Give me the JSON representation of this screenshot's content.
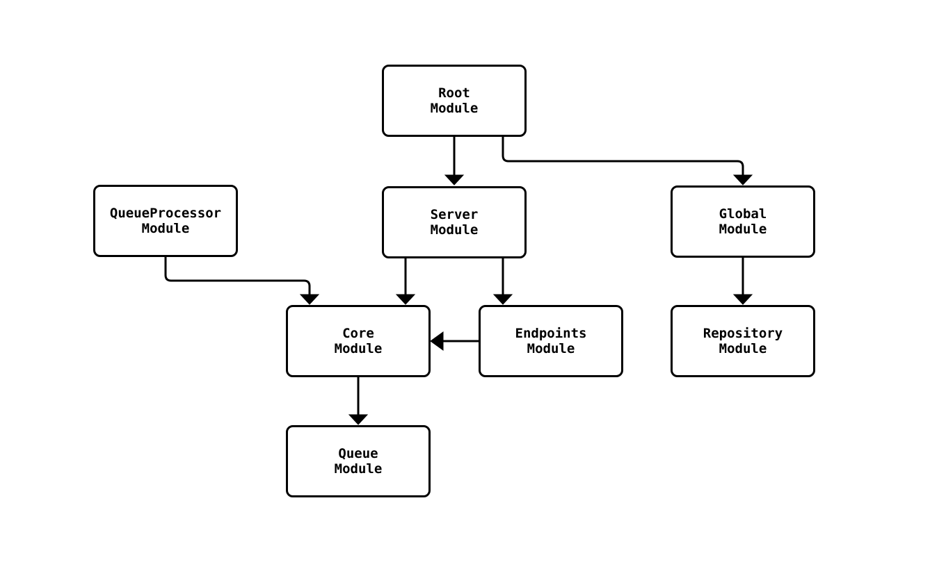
{
  "diagram": {
    "type": "module-dependency-flowchart",
    "nodes": {
      "root": {
        "line1": "Root",
        "line2": "Module"
      },
      "queue_processor": {
        "line1": "QueueProcessor",
        "line2": "Module"
      },
      "server": {
        "line1": "Server",
        "line2": "Module"
      },
      "global": {
        "line1": "Global",
        "line2": "Module"
      },
      "core": {
        "line1": "Core",
        "line2": "Module"
      },
      "endpoints": {
        "line1": "Endpoints",
        "line2": "Module"
      },
      "repository": {
        "line1": "Repository",
        "line2": "Module"
      },
      "queue": {
        "line1": "Queue",
        "line2": "Module"
      }
    },
    "edges": [
      {
        "from": "Root Module",
        "to": "Server Module"
      },
      {
        "from": "Root Module",
        "to": "Global Module"
      },
      {
        "from": "QueueProcessor Module",
        "to": "Core Module"
      },
      {
        "from": "Server Module",
        "to": "Core Module"
      },
      {
        "from": "Server Module",
        "to": "Endpoints Module"
      },
      {
        "from": "Endpoints Module",
        "to": "Core Module"
      },
      {
        "from": "Global Module",
        "to": "Repository Module"
      },
      {
        "from": "Core Module",
        "to": "Queue Module"
      }
    ],
    "colors": {
      "background": "#ffffff",
      "node_fill": "#ffffff",
      "node_border": "#000000",
      "edge": "#000000",
      "text": "#000000"
    }
  }
}
